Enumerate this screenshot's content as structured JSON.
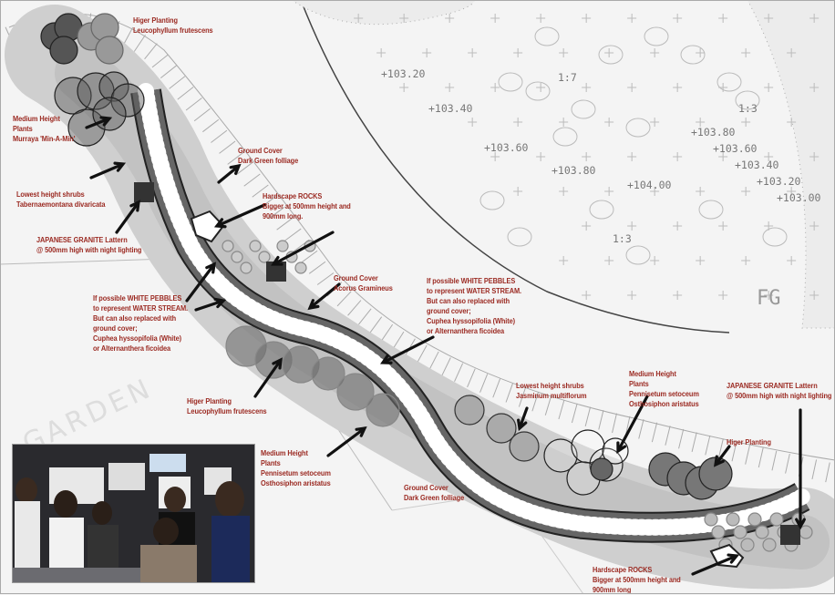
{
  "labels": [
    {
      "lines": [
        "Higer Planting",
        "Leucophyllum frutescens"
      ]
    },
    {
      "lines": [
        "Medium Height",
        "Plants",
        "Murraya 'Min-A-Min'"
      ]
    },
    {
      "lines": [
        "Lowest height shrubs",
        "Tabernaemontana divaricata"
      ]
    },
    {
      "lines": [
        "JAPANESE GRANITE Lattern",
        "@ 500mm high with night lighting"
      ]
    },
    {
      "lines": [
        "Ground Cover",
        "Dark Green folliage"
      ]
    },
    {
      "lines": [
        "Hardscape ROCKS",
        "Bigger at 500mm height and",
        "900mm long."
      ]
    },
    {
      "lines": [
        "Ground Cover",
        "Acorus Gramineus"
      ]
    },
    {
      "lines": [
        "If possible WHITE PEBBLES",
        "to represent WATER STREAM.",
        "But can also replaced with",
        "ground cover;",
        "Cuphea hyssopifolia (White)",
        "or Alternanthera ficoidea"
      ]
    },
    {
      "lines": [
        "If possible WHITE PEBBLES",
        "to represent WATER STREAM.",
        "But can also replaced with",
        "ground cover;",
        "Cuphea hyssopifolia (White)",
        "or Alternanthera ficoidea"
      ]
    },
    {
      "lines": [
        "Higer Planting",
        "Leucophyllum frutescens"
      ]
    },
    {
      "lines": [
        "Medium Height",
        "Plants",
        "Pennisetum setoceum",
        "Osthosiphon aristatus"
      ]
    },
    {
      "lines": [
        "Ground Cover",
        "Dark Green folliage"
      ]
    },
    {
      "lines": [
        "Lowest height shrubs",
        "Jasminum multiflorum"
      ]
    },
    {
      "lines": [
        "Medium Height",
        "Plants",
        "Pennisetum setoceum",
        "Osthosiphon aristatus"
      ]
    },
    {
      "lines": [
        "JAPANESE GRANITE Lattern",
        "@ 500mm high with night lighting"
      ]
    },
    {
      "lines": [
        "Higer Planting"
      ]
    },
    {
      "lines": [
        "Hardscape ROCKS",
        "Bigger at 500mm height and",
        "900mm long"
      ]
    }
  ],
  "elevations": [
    "+103.20",
    "+103.40",
    "+103.60",
    "+103.80",
    "+104.00",
    "+103.80",
    "+103.60",
    "+103.40",
    "+103.20",
    "+103.00",
    "1:7",
    "1:3",
    "1:3",
    "FG"
  ],
  "garden_text": "GARDEN",
  "colors": {
    "annotation": "#9b2a22",
    "stream": "#555555",
    "bed": "#cfcfcf",
    "lantern": "#333333"
  }
}
